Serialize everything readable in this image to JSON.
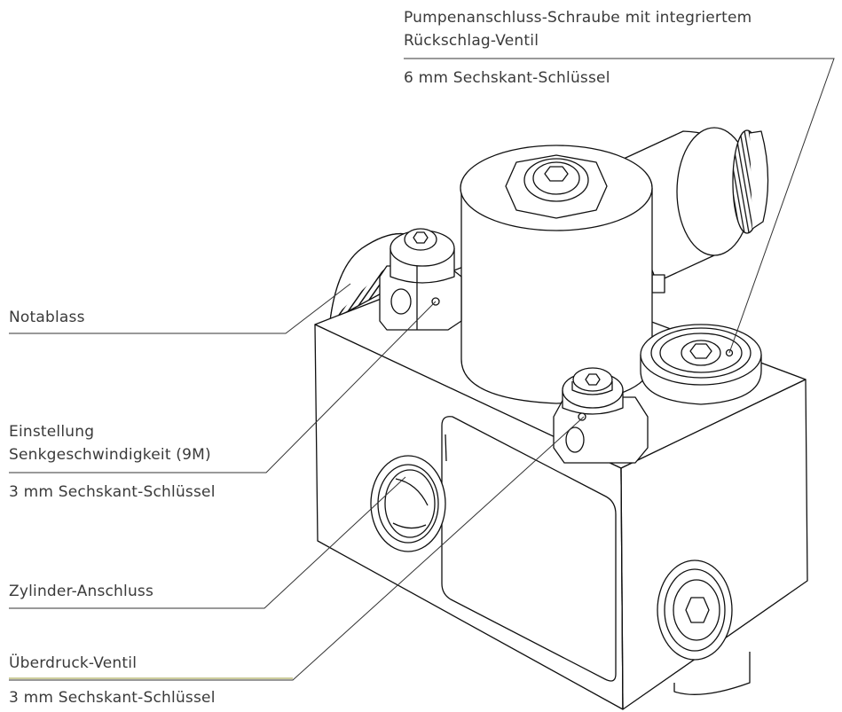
{
  "labels": {
    "pump_screw_line1": "Pumpenanschluss-Schraube mit integriertem",
    "pump_screw_line2": "Rückschlag-Ventil",
    "pump_screw_tool": "6 mm Sechskant-Schlüssel",
    "notablass": "Notablass",
    "einstellung_line1": "Einstellung",
    "einstellung_line2": "Senkgeschwindigkeit (9M)",
    "einstellung_tool": "3 mm Sechskant-Schlüssel",
    "zylinder": "Zylinder-Anschluss",
    "ueberdruck": "Überdruck-Ventil",
    "ueberdruck_tool": "3 mm Sechskant-Schlüssel"
  },
  "colors": {
    "text": "#3a3a3a",
    "leader": "#333333",
    "accent_underline": "#9a9a3a",
    "outline": "#111111"
  }
}
